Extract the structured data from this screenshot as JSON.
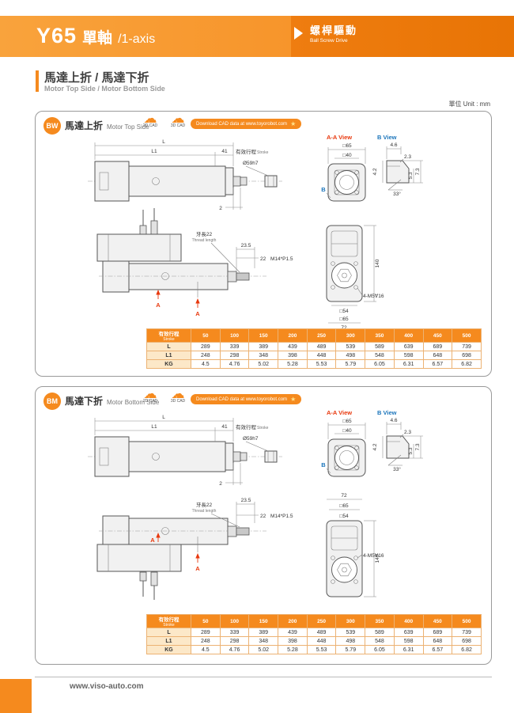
{
  "header": {
    "model": "Y65",
    "title_cn": "單軸",
    "title_en": "/1-axis",
    "badge_cn": "螺桿驅動",
    "badge_en": "Ball Screw Drive"
  },
  "section": {
    "title": "馬達上折 / 馬達下折",
    "subtitle": "Motor Top Side / Motor Bottom Side"
  },
  "unit_label": "單位 Unit : mm",
  "cad": {
    "cad2d": "2D CAD",
    "cad3d": "3D CAD",
    "download": "Download CAD data at www.toyorobot.com",
    "star": "★"
  },
  "icons": {
    "cloud": "☁",
    "down_arrow": "↓"
  },
  "panels": {
    "top": {
      "code": "BW",
      "title_cn": "馬達上折",
      "title_en": "Motor Top Side"
    },
    "bottom": {
      "code": "BM",
      "title_cn": "馬達下折",
      "title_en": "Motor Bottom Side"
    }
  },
  "dims": {
    "L": "L",
    "L1": "L1",
    "n41": "41",
    "stroke_cn": "有效行程",
    "stroke_en": "Stroke",
    "rod_dia": "Ø59h7",
    "n2": "2",
    "thread_cn": "牙長22",
    "thread_en": "Thread length",
    "n235": "23.5",
    "n22": "22",
    "m14": "M14*P1.5",
    "a_mark": "A",
    "b_mark": "B",
    "aa_view": "A-A View",
    "b_view": "B View",
    "sq65": "□65",
    "sq40": "□40",
    "sq54": "□54",
    "n46": "4.6",
    "n23": "2.3",
    "n42": "4.2",
    "n53": "5.3",
    "n73": "7.3",
    "ang33": "33°",
    "n140": "140",
    "n72": "72",
    "m5": "4-M5∀16"
  },
  "table": {
    "header_cn": "有效行程",
    "header_en": "Stroke",
    "strokes": [
      "50",
      "100",
      "150",
      "200",
      "250",
      "300",
      "350",
      "400",
      "450",
      "500"
    ],
    "rows": [
      {
        "label": "L",
        "values": [
          "289",
          "339",
          "389",
          "439",
          "489",
          "539",
          "589",
          "639",
          "689",
          "739"
        ]
      },
      {
        "label": "L1",
        "values": [
          "248",
          "298",
          "348",
          "398",
          "448",
          "498",
          "548",
          "598",
          "648",
          "698"
        ]
      },
      {
        "label": "KG",
        "values": [
          "4.5",
          "4.76",
          "5.02",
          "5.28",
          "5.53",
          "5.79",
          "6.05",
          "6.31",
          "6.57",
          "6.82"
        ]
      }
    ]
  },
  "footer": {
    "url": "www.viso-auto.com"
  },
  "colors": {
    "orange": "#F58A1E",
    "orange_dark": "#E87405",
    "red": "#E8380D",
    "blue": "#1B75BB",
    "row_label_bg": "#FCE8C8"
  }
}
